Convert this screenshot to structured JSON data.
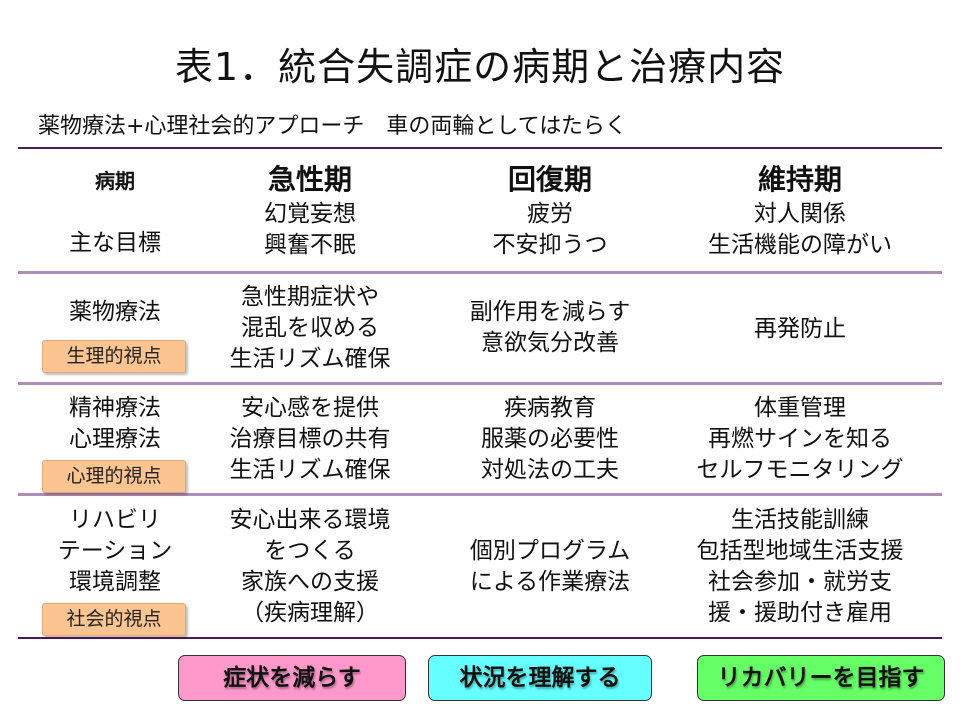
{
  "title": "表1．統合失調症の病期と治療内容",
  "subtitle": "薬物療法+心理社会的アプローチ　車の両輪としてはたらく",
  "table": {
    "header": {
      "label_col": "病期",
      "phases": [
        "急性期",
        "回復期",
        "維持期"
      ]
    },
    "rows": [
      {
        "label": [
          "主な目標"
        ],
        "badge": null,
        "cells": [
          [
            "幻覚妄想",
            "興奮不眠"
          ],
          [
            "疲労",
            "不安抑うつ"
          ],
          [
            "対人関係",
            "生活機能の障がい"
          ]
        ]
      },
      {
        "label": [
          "薬物療法"
        ],
        "badge": "生理的視点",
        "cells": [
          [
            "急性期症状や",
            "混乱を収める",
            "生活リズム確保"
          ],
          [
            "副作用を減らす",
            "意欲気分改善"
          ],
          [
            "再発防止"
          ]
        ]
      },
      {
        "label": [
          "精神療法",
          "心理療法"
        ],
        "badge": "心理的視点",
        "cells": [
          [
            "安心感を提供",
            "治療目標の共有",
            "生活リズム確保"
          ],
          [
            "疾病教育",
            "服薬の必要性",
            "対処法の工夫"
          ],
          [
            "体重管理",
            "再燃サインを知る",
            "セルフモニタリング"
          ]
        ]
      },
      {
        "label": [
          "リハビリ",
          "テーション",
          "環境調整"
        ],
        "badge": "社会的視点",
        "cells": [
          [
            "安心出来る環境",
            "をつくる",
            "家族への支援",
            "（疾病理解）"
          ],
          [
            "個別プログラム",
            "による作業療法"
          ],
          [
            "生活技能訓練",
            "包括型地域生活支援",
            "社会参加・就労支",
            "援・援助付き雇用"
          ]
        ]
      }
    ]
  },
  "goals": [
    {
      "label": "症状を減らす",
      "color": "#ff99cc"
    },
    {
      "label": "状況を理解する",
      "color": "#66ffff"
    },
    {
      "label": "リカバリーを目指す",
      "color": "#66ff66"
    }
  ],
  "colors": {
    "line_dark": "#4a1a5a",
    "line_light": "#b28cb8",
    "badge": "#fcc490"
  }
}
